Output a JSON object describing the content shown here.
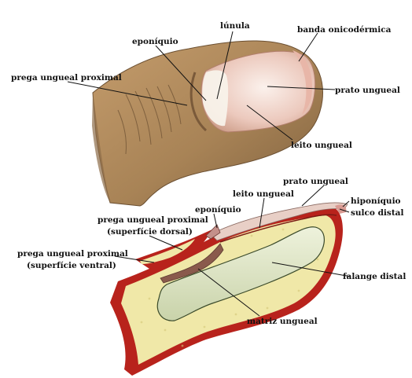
{
  "labels": {
    "lunula": "lúnula",
    "banda": "banda onicodérmica",
    "eponiquio_top": "eponíquio",
    "prega_proximal_top": "prega ungueal proximal",
    "prato_top": "prato ungueal",
    "leito_top": "leito ungueal",
    "prato_bottom": "prato ungueal",
    "leito_bottom": "leito ungueal",
    "hiponiquio": "hiponíquio",
    "sulco_distal": "sulco distal",
    "eponiquio_bottom": "eponíquio",
    "prega_dorsal_1": "prega ungueal proximal",
    "prega_dorsal_2": "(superfície dorsal)",
    "prega_ventral_1": "prega ungueal proximal",
    "prega_ventral_2": "(superfície ventral)",
    "falange": "falange distal",
    "matriz": "matriz ungueal"
  },
  "colors": {
    "skin": "#b08a5c",
    "skin_dark": "#8a6a44",
    "nail": "#f1dcd4",
    "lunula": "#f7f1ea",
    "tissue": "#f0e8a8",
    "red": "#b8231c",
    "bone": "#dfe6c8"
  }
}
